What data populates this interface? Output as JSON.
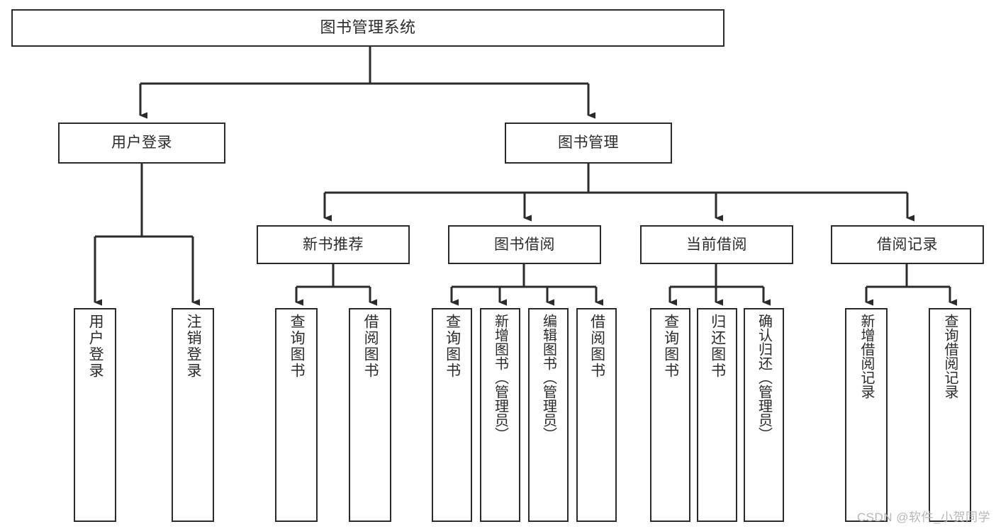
{
  "diagram": {
    "title": "图书管理系统",
    "type": "hierarchy-tree",
    "colors": {
      "stroke": "#2b2b2b",
      "fill": "#ffffff",
      "text": "#2b2b2b",
      "watermark": "#b6b6b6"
    },
    "root": {
      "id": "root",
      "label": "图书管理系统"
    },
    "level2": [
      {
        "id": "user-login",
        "label": "用户登录"
      },
      {
        "id": "book-manage",
        "label": "图书管理"
      }
    ],
    "level3": [
      {
        "id": "new-book-recommend",
        "label": "新书推荐"
      },
      {
        "id": "book-borrow",
        "label": "图书借阅"
      },
      {
        "id": "current-borrow",
        "label": "当前借阅"
      },
      {
        "id": "borrow-record",
        "label": "借阅记录"
      }
    ],
    "leaves": {
      "user_login": [
        {
          "id": "leaf-user-login",
          "label": "用户登录"
        },
        {
          "id": "leaf-logout-login",
          "label": "注销登录"
        }
      ],
      "new_book_recommend": [
        {
          "id": "leaf-query-book-1",
          "label": "查询图书"
        },
        {
          "id": "leaf-borrow-book-1",
          "label": "借阅图书"
        }
      ],
      "book_borrow": [
        {
          "id": "leaf-query-book-2",
          "label": "查询图书"
        },
        {
          "id": "leaf-add-book",
          "label": "新增图书（管理员）"
        },
        {
          "id": "leaf-edit-book",
          "label": "编辑图书（管理员）"
        },
        {
          "id": "leaf-borrow-book-2",
          "label": "借阅图书"
        }
      ],
      "current_borrow": [
        {
          "id": "leaf-query-book-3",
          "label": "查询图书"
        },
        {
          "id": "leaf-return-book",
          "label": "归还图书"
        },
        {
          "id": "leaf-confirm-return",
          "label": "确认归还（管理员）"
        }
      ],
      "borrow_record": [
        {
          "id": "leaf-add-record",
          "label": "新增借阅记录"
        },
        {
          "id": "leaf-query-record",
          "label": "查询借阅记录"
        }
      ]
    }
  },
  "watermark": {
    "text": "CSDN @软件_小贺同学"
  }
}
